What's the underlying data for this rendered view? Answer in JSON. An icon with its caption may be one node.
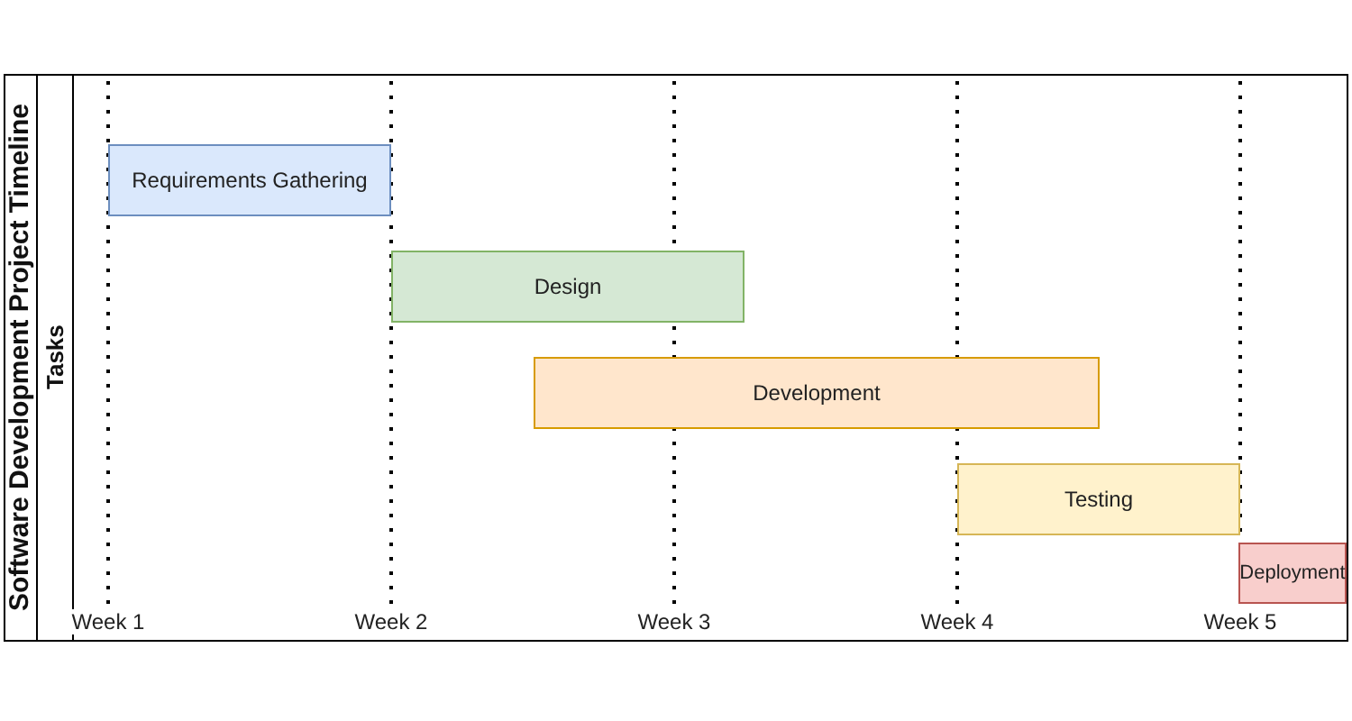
{
  "diagram": {
    "title": "Software Development Project Timeline",
    "nodes": [
      {
        "text": [
          "Requirements Gathering"
        ]
      },
      {
        "text": [
          "Design"
        ]
      },
      {
        "text": [
          "Development"
        ]
      },
      {
        "text": [
          "Testing"
        ]
      },
      {
        "text": [
          "Deployment"
        ]
      }
    ],
    "labels": [
      "Tasks",
      "Week 1",
      "Week 2",
      "Week 3",
      "Week 4",
      "Week 5"
    ]
  }
}
